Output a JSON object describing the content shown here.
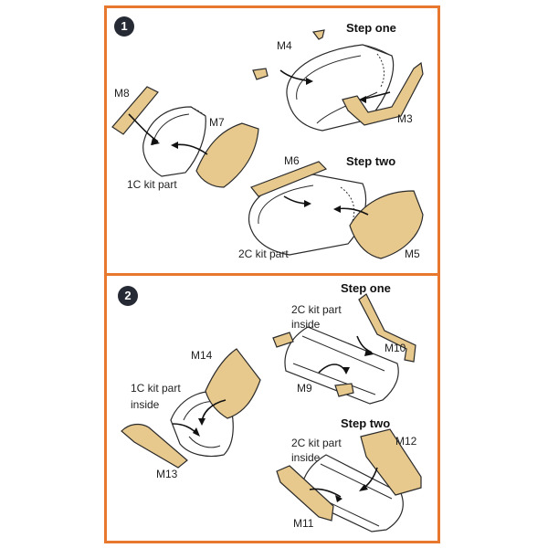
{
  "panel1": {
    "badge": "1",
    "step_one": "Step one",
    "step_two": "Step two",
    "labels": {
      "m4": "M4",
      "m8": "M8",
      "m7": "M7",
      "m3": "M3",
      "kit_1c": "1C kit part",
      "m6": "M6",
      "kit_2c": "2C kit part",
      "m5": "M5"
    }
  },
  "panel2": {
    "badge": "2",
    "step_one": "Step one",
    "step_two": "Step two",
    "labels": {
      "kit_2c_top_1": "2C kit part",
      "kit_2c_top_2": "inside",
      "m10": "M10",
      "m9": "M9",
      "m14": "M14",
      "kit_1c_1": "1C kit part",
      "kit_1c_2": "inside",
      "m13": "M13",
      "kit_2c_bot_1": "2C kit part",
      "kit_2c_bot_2": "inside",
      "m12": "M12",
      "m11": "M11"
    }
  },
  "colors": {
    "frame": "#e8782e",
    "part_tan": "#e7c98d",
    "badge": "#262a35"
  }
}
